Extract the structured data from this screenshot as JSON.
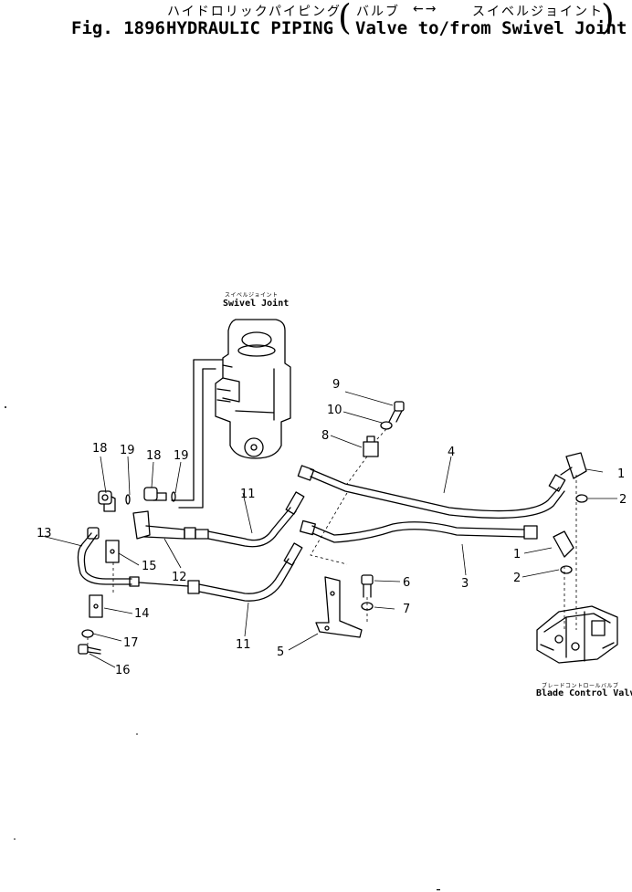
{
  "header": {
    "title_jp_main": "ハイドロリックパイピング",
    "title_jp_sub_left": "バルブ",
    "arrow": "←→",
    "title_jp_sub_right": "スイベルジョイント",
    "fig_label": "Fig. 1896",
    "title_en": "HYDRAULIC PIPING",
    "subtitle_en": "Valve to/from Swivel Joint"
  },
  "components": {
    "swivel_joint": {
      "label_jp": "スイベルジョイント",
      "label_en": "Swivel Joint"
    },
    "blade_control_valve": {
      "label_jp": "ブレードコントロールバルブ",
      "label_en": "Blade Control Valve"
    }
  },
  "callouts": [
    "1",
    "2",
    "3",
    "4",
    "5",
    "6",
    "7",
    "8",
    "9",
    "10",
    "11",
    "12",
    "13",
    "14",
    "15",
    "16",
    "17",
    "18",
    "19"
  ],
  "colors": {
    "ink": "#000000",
    "paper": "#ffffff"
  }
}
